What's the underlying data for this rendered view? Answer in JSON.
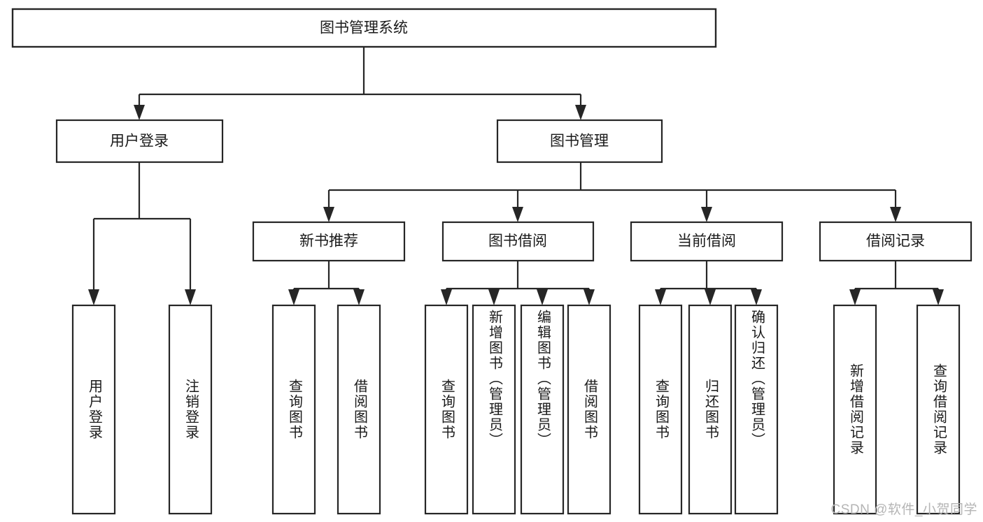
{
  "diagram": {
    "title": "图书管理系统",
    "type": "tree-hierarchy",
    "watermark": "CSDN @软件_小贺同学",
    "colors": {
      "stroke": "#262626",
      "fill": "#ffffff",
      "text": "#1a1a1a",
      "watermark": "#b5b5b5",
      "background": "#ffffff"
    },
    "root": {
      "label": "图书管理系统"
    },
    "level2": [
      {
        "label": "用户登录"
      },
      {
        "label": "图书管理"
      }
    ],
    "level3": [
      {
        "label": "新书推荐"
      },
      {
        "label": "图书借阅"
      },
      {
        "label": "当前借阅"
      },
      {
        "label": "借阅记录"
      }
    ],
    "leaves": {
      "user_login": [
        {
          "label": "用户登录"
        },
        {
          "label": "注销登录"
        }
      ],
      "new_book_recommend": [
        {
          "label": "查询图书"
        },
        {
          "label": "借阅图书"
        }
      ],
      "book_borrow": [
        {
          "label": "查询图书"
        },
        {
          "label": "新增图书（管理员）"
        },
        {
          "label": "编辑图书（管理员）"
        },
        {
          "label": "借阅图书"
        }
      ],
      "current_borrow": [
        {
          "label": "查询图书"
        },
        {
          "label": "归还图书"
        },
        {
          "label": "确认归还（管理员）"
        }
      ],
      "borrow_record": [
        {
          "label": "新增借阅记录"
        },
        {
          "label": "查询借阅记录"
        }
      ]
    }
  }
}
